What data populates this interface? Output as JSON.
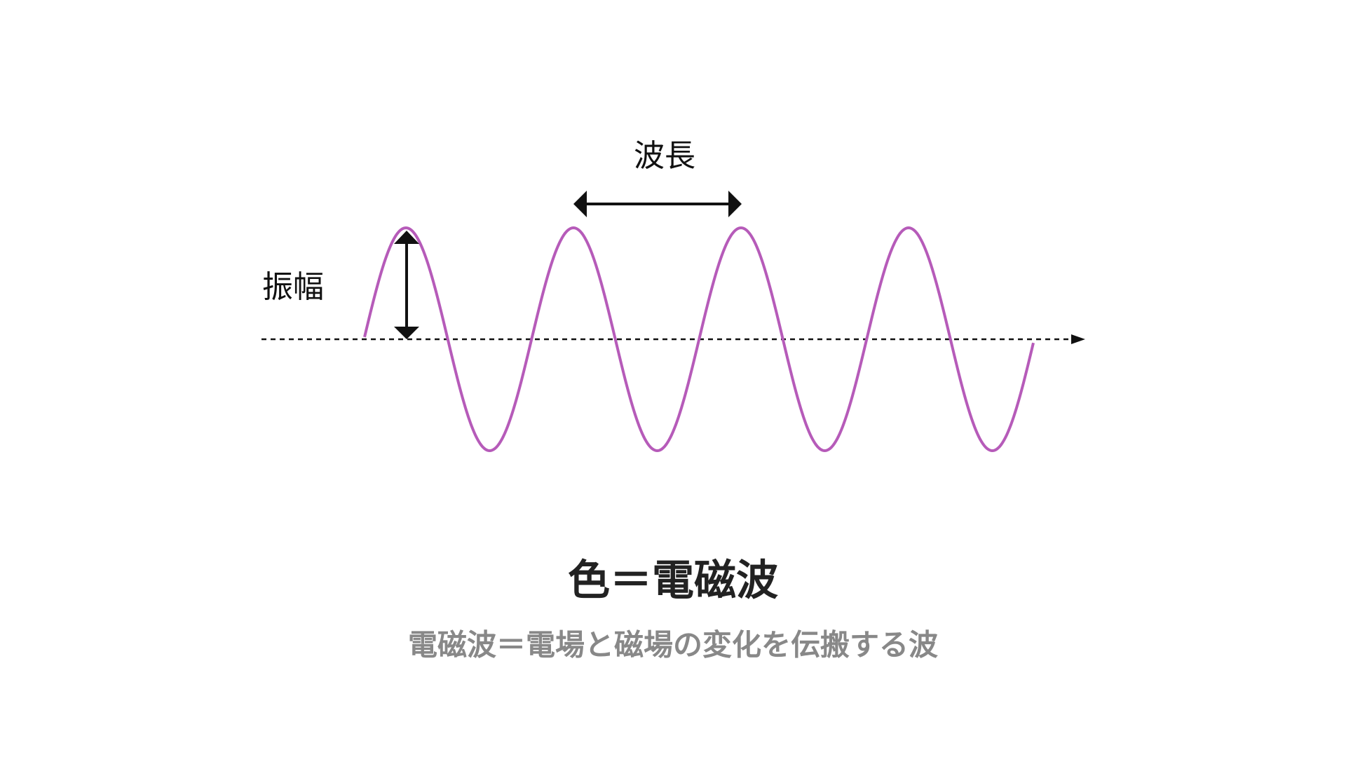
{
  "diagram": {
    "wavelength_label": "波長",
    "amplitude_label": "振幅",
    "wave_color": "#b65bb9",
    "axis_color": "#111111"
  },
  "caption": {
    "title": "色＝電磁波",
    "subtitle": "電磁波＝電場と磁場の変化を伝搬する波"
  }
}
